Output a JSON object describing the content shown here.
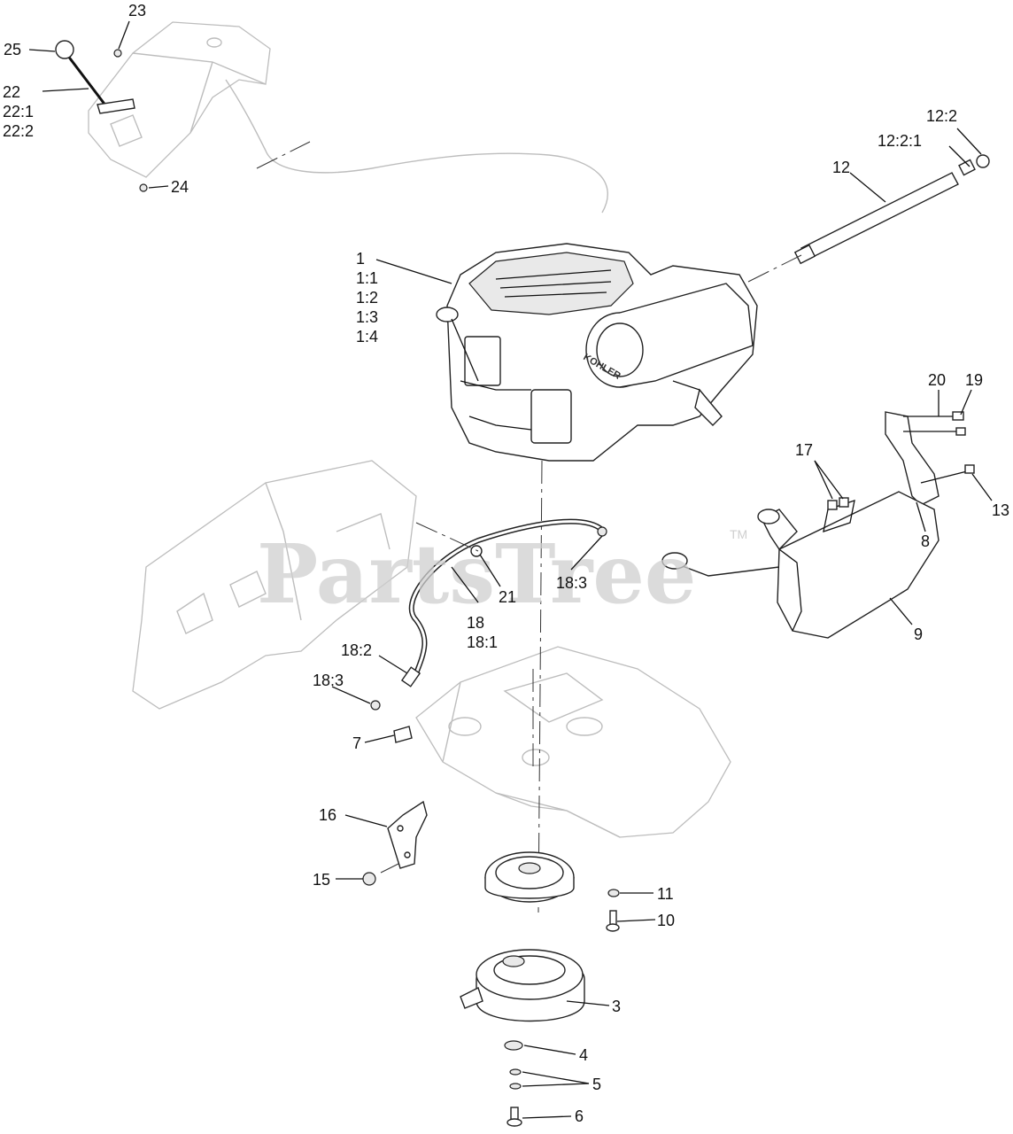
{
  "watermark": {
    "text": "PartsTree",
    "tm": "TM"
  },
  "engine_brand": "KOHLER",
  "callouts": {
    "c1": "1",
    "c1_1": "1:1",
    "c1_2": "1:2",
    "c1_3": "1:3",
    "c1_4": "1:4",
    "c3": "3",
    "c4": "4",
    "c5": "5",
    "c6": "6",
    "c7": "7",
    "c8": "8",
    "c9": "9",
    "c10": "10",
    "c11": "11",
    "c12": "12",
    "c12_2": "12:2",
    "c12_2_1": "12:2:1",
    "c13": "13",
    "c15": "15",
    "c16": "16",
    "c17": "17",
    "c18": "18",
    "c18_1": "18:1",
    "c18_2": "18:2",
    "c18_3a": "18:3",
    "c18_3b": "18:3",
    "c19": "19",
    "c20": "20",
    "c21": "21",
    "c22": "22",
    "c22_1": "22:1",
    "c22_2": "22:2",
    "c23": "23",
    "c24": "24",
    "c25": "25"
  }
}
